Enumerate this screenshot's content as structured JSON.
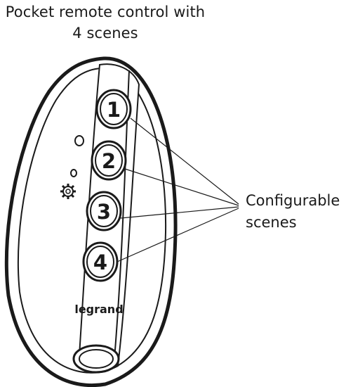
{
  "title": {
    "line1": "Pocket remote control with",
    "line2": "4 scenes"
  },
  "callout": {
    "line1": "Configurable",
    "line2": "scenes"
  },
  "brand": "legrand",
  "buttons": [
    {
      "label": "1"
    },
    {
      "label": "2"
    },
    {
      "label": "3"
    },
    {
      "label": "4"
    }
  ],
  "icons": {
    "settings": "gear-icon",
    "indicator": "led-indicator"
  },
  "colors": {
    "line": "#1a1a1a",
    "background": "#ffffff"
  }
}
